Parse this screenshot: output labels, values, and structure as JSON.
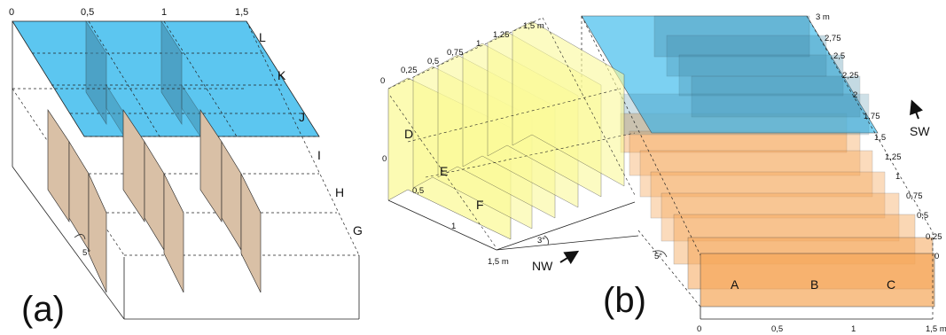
{
  "colors": {
    "blue": "#5cc6f0",
    "tan": "#d9c0a6",
    "yellow": "#fbfa9a",
    "orange": "#f6a75a",
    "line": "#222222"
  },
  "panel_a": {
    "label": "(a)",
    "scale_labels": [
      "0",
      "0,5",
      "1",
      "1,5"
    ],
    "row_labels": [
      "L",
      "K",
      "J",
      "I",
      "H",
      "G"
    ],
    "angle_label": "5°"
  },
  "panel_b": {
    "label": "(b)",
    "yellow_top_scale": [
      "0",
      "0,25",
      "0,5",
      "0,75",
      "1",
      "1,25",
      "1,5 m"
    ],
    "yellow_side_scale": [
      "0",
      "0,5",
      "1",
      "1,5 m"
    ],
    "yellow_plate_labels": [
      "D",
      "E",
      "F"
    ],
    "right_vertical_scale": [
      "3 m",
      "2,75",
      "2,5",
      "2,25",
      "2",
      "1,75",
      "1,5",
      "1,25",
      "1",
      "0,75",
      "0,5",
      "0,25",
      "0"
    ],
    "bottom_scale": [
      "0",
      "0,5",
      "1",
      "1,5 m"
    ],
    "orange_plate_labels": [
      "A",
      "B",
      "C"
    ],
    "angle_small": "3°",
    "angle_large": "5°",
    "arrow_nw": "NW",
    "arrow_sw": "SW"
  }
}
